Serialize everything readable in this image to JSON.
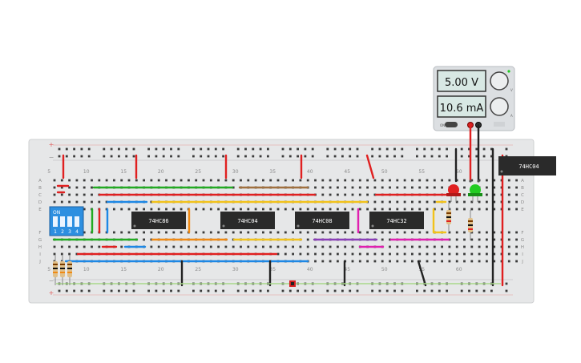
{
  "power_supply": {
    "voltage": "5.00 V",
    "current": "10.6 mA",
    "on_label": "ON",
    "knob_voltage_mark": "V",
    "knob_current_mark": "A"
  },
  "breadboard": {
    "column_numbers": [
      "5",
      "10",
      "15",
      "20",
      "25",
      "30",
      "35",
      "40",
      "45",
      "50",
      "55",
      "60"
    ],
    "row_letters_top": [
      "A",
      "B",
      "C",
      "D",
      "E"
    ],
    "row_letters_bottom": [
      "F",
      "G",
      "H",
      "I",
      "J"
    ],
    "rail_plus": "+",
    "rail_minus": "−"
  },
  "chips": {
    "u1": "74HC86",
    "u2": "74HC04",
    "u3": "74HC08",
    "u4": "74HC32",
    "spare": "74HC04"
  },
  "dip_switch": {
    "on_label": "ON",
    "switch_numbers": [
      "1",
      "2",
      "3",
      "4"
    ]
  },
  "colors": {
    "red": "#e02020",
    "green": "#22aa22",
    "blue": "#1e88e5",
    "brown": "#a0703f",
    "yellow": "#f2c21b",
    "orange": "#f08a14",
    "purple": "#8a3fb8",
    "magenta": "#e020b0",
    "black": "#222222"
  }
}
